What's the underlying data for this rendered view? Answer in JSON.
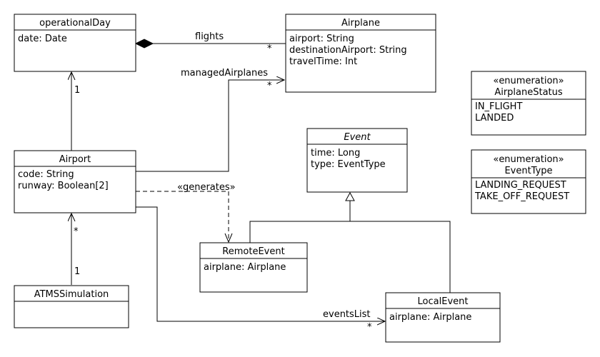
{
  "classes": {
    "operationalDay": {
      "name": "operationalDay",
      "attributes": [
        "date: Date"
      ]
    },
    "airplane": {
      "name": "Airplane",
      "attributes": [
        "airport: String",
        "destinationAirport: String",
        "travelTime: Int"
      ]
    },
    "airport": {
      "name": "Airport",
      "attributes": [
        "code: String",
        "runway: Boolean[2]"
      ]
    },
    "event": {
      "name": "Event",
      "attributes": [
        "time: Long",
        "type: EventType"
      ]
    },
    "remoteEvent": {
      "name": "RemoteEvent",
      "attributes": [
        "airplane: Airplane"
      ]
    },
    "localEvent": {
      "name": "LocalEvent",
      "attributes": [
        "airplane: Airplane"
      ]
    },
    "atmsSimulation": {
      "name": "ATMSSimulation",
      "attributes": []
    }
  },
  "enumerations": {
    "airplaneStatus": {
      "stereotype": "«enumeration»",
      "name": "AirplaneStatus",
      "literals": [
        "IN_FLIGHT",
        "LANDED"
      ]
    },
    "eventType": {
      "stereotype": "«enumeration»",
      "name": "EventType",
      "literals": [
        "LANDING_REQUEST",
        "TAKE_OFF_REQUEST"
      ]
    }
  },
  "associations": {
    "flights": {
      "label": "flights",
      "target_multiplicity": "*"
    },
    "managedAirplanes": {
      "label": "managedAirplanes",
      "target_multiplicity": "*"
    },
    "airportDay": {
      "source_multiplicity": "1"
    },
    "generates": {
      "label": "«generates»"
    },
    "simulation": {
      "airport_multiplicity": "*",
      "simulation_multiplicity": "1"
    },
    "eventsList": {
      "label": "eventsList",
      "target_multiplicity": "*"
    }
  }
}
